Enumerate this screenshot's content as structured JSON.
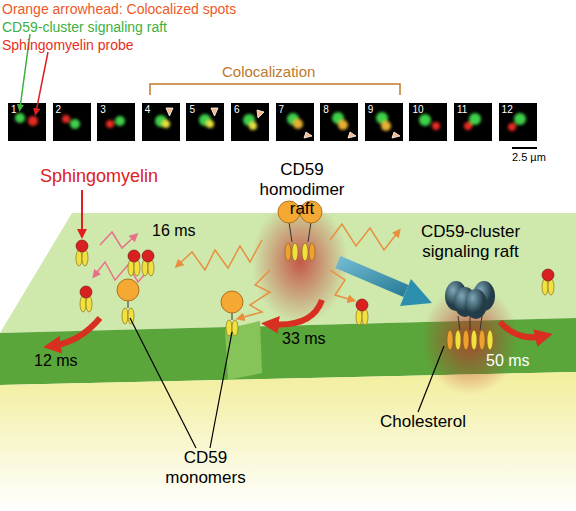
{
  "diagram": {
    "nodes": [
      {
        "text": [
          "1"
        ]
      },
      {
        "text": [
          "2"
        ]
      },
      {
        "text": [
          "3"
        ]
      },
      {
        "text": [
          "4"
        ]
      },
      {
        "text": [
          "5"
        ]
      },
      {
        "text": [
          "6"
        ]
      },
      {
        "text": [
          "7"
        ]
      },
      {
        "text": [
          "8"
        ]
      },
      {
        "text": [
          "9"
        ]
      },
      {
        "text": [
          "10"
        ]
      },
      {
        "text": [
          "11"
        ]
      },
      {
        "text": [
          "12"
        ]
      }
    ],
    "labels": [
      "Orange arrowhead: Colocalized spots",
      "CD59-cluster signaling raft",
      "Sphingomyelin probe",
      "Colocalization",
      "2.5 µm",
      "Sphingomyelin",
      "16 ms",
      "CD59 homodimer raft",
      "CD59-cluster signaling raft",
      "33 ms",
      "12 ms",
      "50 ms",
      "Cholesterol",
      "CD59 monomers"
    ]
  }
}
